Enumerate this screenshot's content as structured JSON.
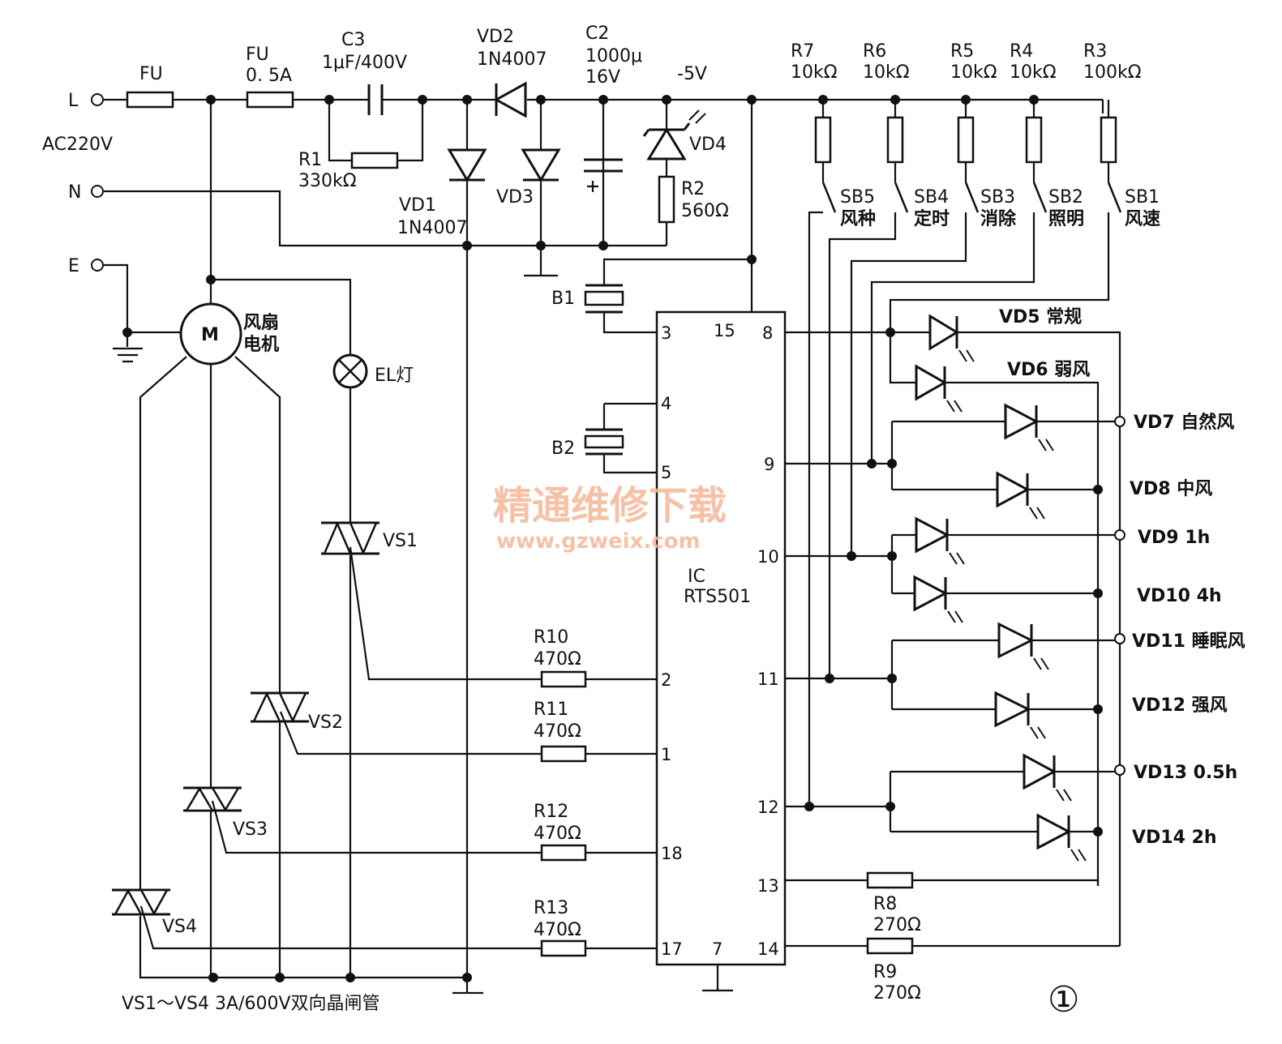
{
  "terminals": {
    "l": "L",
    "n": "N",
    "e": "E",
    "ac": "AC220V"
  },
  "fu1": {
    "label": "FU"
  },
  "fu2": {
    "label": "FU",
    "value": "0. 5A"
  },
  "c3": {
    "label": "C3",
    "value": "1μF/400V"
  },
  "r1": {
    "label": "R1",
    "value": "330kΩ"
  },
  "vd1": {
    "label": "VD1",
    "value": "1N4007"
  },
  "vd2": {
    "label": "VD2",
    "value": "1N4007"
  },
  "vd3": {
    "label": "VD3"
  },
  "c2": {
    "label": "C2",
    "value1": "1000μ",
    "value2": "16V"
  },
  "vd4": {
    "label": "VD4"
  },
  "rail": {
    "label": "-5V"
  },
  "r2": {
    "label": "R2",
    "value": "560Ω"
  },
  "pullups": [
    {
      "name": "R7",
      "value": "10kΩ"
    },
    {
      "name": "R6",
      "value": "10kΩ"
    },
    {
      "name": "R5",
      "value": "10kΩ"
    },
    {
      "name": "R4",
      "value": "10kΩ"
    },
    {
      "name": "R3",
      "value": "100kΩ"
    }
  ],
  "switches": [
    {
      "name": "SB5",
      "func": "风种"
    },
    {
      "name": "SB4",
      "func": "定时"
    },
    {
      "name": "SB3",
      "func": "消除"
    },
    {
      "name": "SB2",
      "func": "照明"
    },
    {
      "name": "SB1",
      "func": "风速"
    }
  ],
  "b1": {
    "label": "B1"
  },
  "b2": {
    "label": "B2"
  },
  "motor": {
    "symbol": "M",
    "line1": "风扇",
    "line2": "电机"
  },
  "lamp": {
    "label": "EL灯"
  },
  "triacs": {
    "vs1": "VS1",
    "vs2": "VS2",
    "vs3": "VS3",
    "vs4": "VS4"
  },
  "gate_resistors": [
    {
      "name": "R10",
      "value": "470Ω"
    },
    {
      "name": "R11",
      "value": "470Ω"
    },
    {
      "name": "R12",
      "value": "470Ω"
    },
    {
      "name": "R13",
      "value": "470Ω"
    }
  ],
  "ic": {
    "label1": "IC",
    "label2": "RTS501"
  },
  "ic_pins": {
    "p3": "3",
    "p15": "15",
    "p8": "8",
    "p4": "4",
    "p5": "5",
    "p9": "9",
    "p10": "10",
    "p2": "2",
    "p1": "1",
    "p11": "11",
    "p12": "12",
    "p18": "18",
    "p13": "13",
    "p17": "17",
    "p7": "7",
    "p14": "14"
  },
  "leds": {
    "vd5": "VD5 常规",
    "vd6": "VD6 弱风",
    "vd7": "VD7 自然风",
    "vd8": "VD8 中风",
    "vd9": "VD9 1h",
    "vd10": "VD10 4h",
    "vd11": "VD11 睡眠风",
    "vd12": "VD12 强风",
    "vd13": "VD13 0.5h",
    "vd14": "VD14 2h"
  },
  "r8": {
    "label": "R8",
    "value": "270Ω"
  },
  "r9": {
    "label": "R9",
    "value": "270Ω"
  },
  "note": "VS1～VS4 3A/600V双向晶闸管",
  "fig_number": "①",
  "watermark": {
    "line1": "精通维修下载",
    "line2": "www.gzweix.com"
  }
}
